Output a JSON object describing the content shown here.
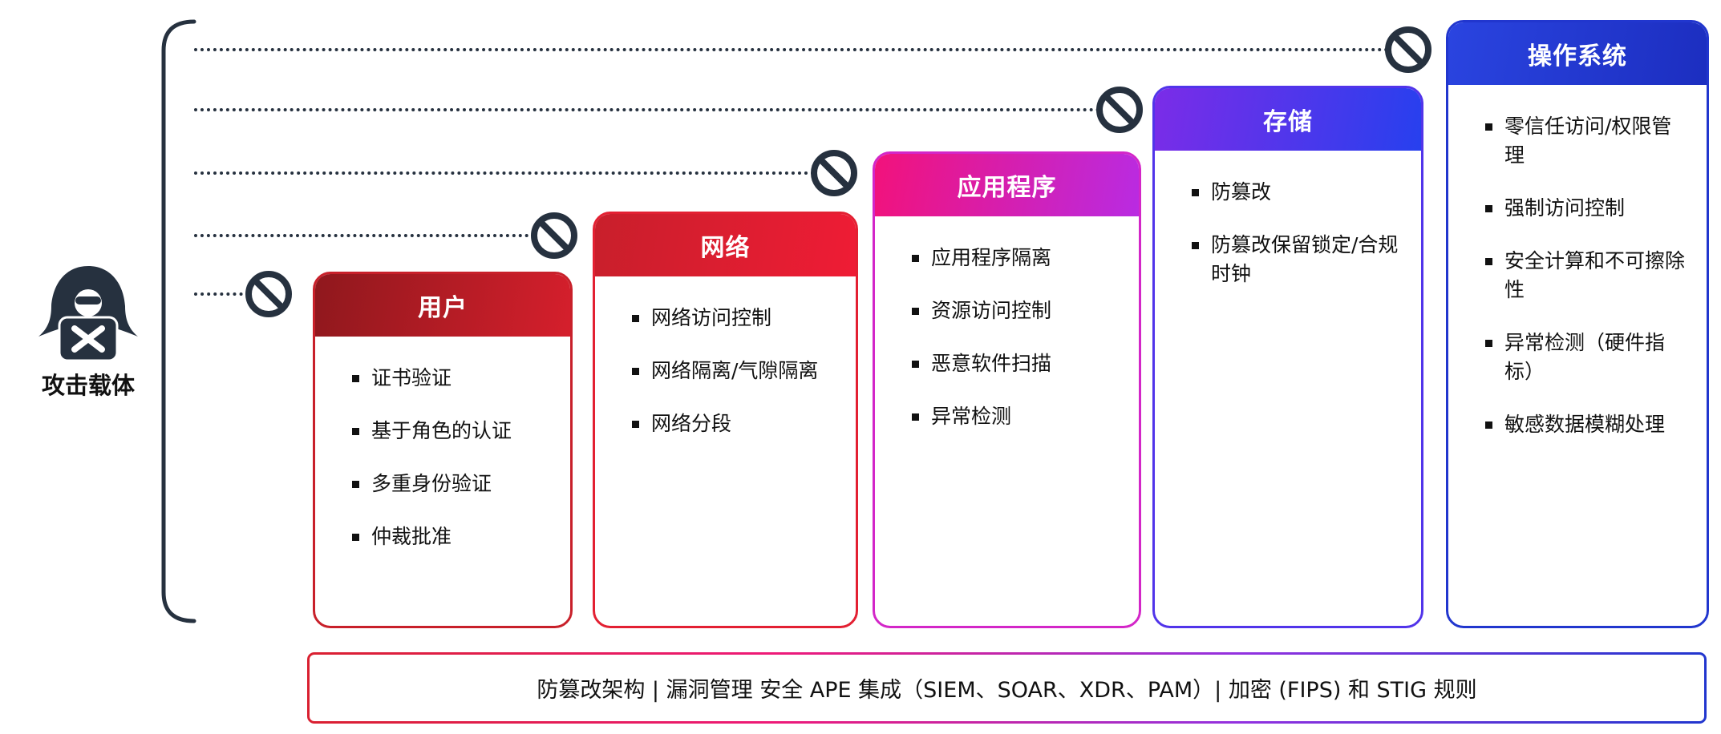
{
  "attacker": {
    "label": "攻击载体"
  },
  "icons": {
    "attacker": "hacker-laptop-icon",
    "blocked": "no-entry-icon"
  },
  "colors": {
    "background": "#FFFFFF",
    "connector_line": "#26313F",
    "text": "#1A1A1A",
    "bullet": "#111111"
  },
  "layers": [
    {
      "title": "用户",
      "items": [
        "证书验证",
        "基于角色的认证",
        "多重身份验证",
        "仲裁批准"
      ],
      "header_gradient": [
        "#8F181D",
        "#D51F2C"
      ],
      "border_color": "#C8202A"
    },
    {
      "title": "网络",
      "items": [
        "网络访问控制",
        "网络隔离/气隙隔离",
        "网络分段"
      ],
      "header_gradient": [
        "#C81F2B",
        "#EF1C35"
      ],
      "border_color": "#E32032"
    },
    {
      "title": "应用程序",
      "items": [
        "应用程序隔离",
        "资源访问控制",
        "恶意软件扫描",
        "异常检测"
      ],
      "header_gradient": [
        "#F2127B",
        "#B92BE2"
      ],
      "border_color": "#D326C8"
    },
    {
      "title": "存储",
      "items": [
        "防篡改",
        "防篡改保留锁定/合规时钟"
      ],
      "header_gradient": [
        "#7B2CE8",
        "#2740EE"
      ],
      "border_color": "#5134EA"
    },
    {
      "title": "操作系统",
      "items": [
        "零信任访问/权限管理",
        "强制访问控制",
        "安全计算和不可擦除性",
        "异常检测（硬件指标）",
        "敏感数据模糊处理"
      ],
      "header_gradient": [
        "#2A44E0",
        "#1C2EC0"
      ],
      "border_color": "#2136CE"
    }
  ],
  "footer": {
    "text": "防篡改架构 | 漏洞管理 安全 APE 集成（SIEM、SOAR、XDR、PAM）| 加密 (FIPS) 和 STIG 规则",
    "border_gradient": [
      "#D92030",
      "#EE1A78",
      "#9232E0",
      "#2136CE"
    ]
  }
}
